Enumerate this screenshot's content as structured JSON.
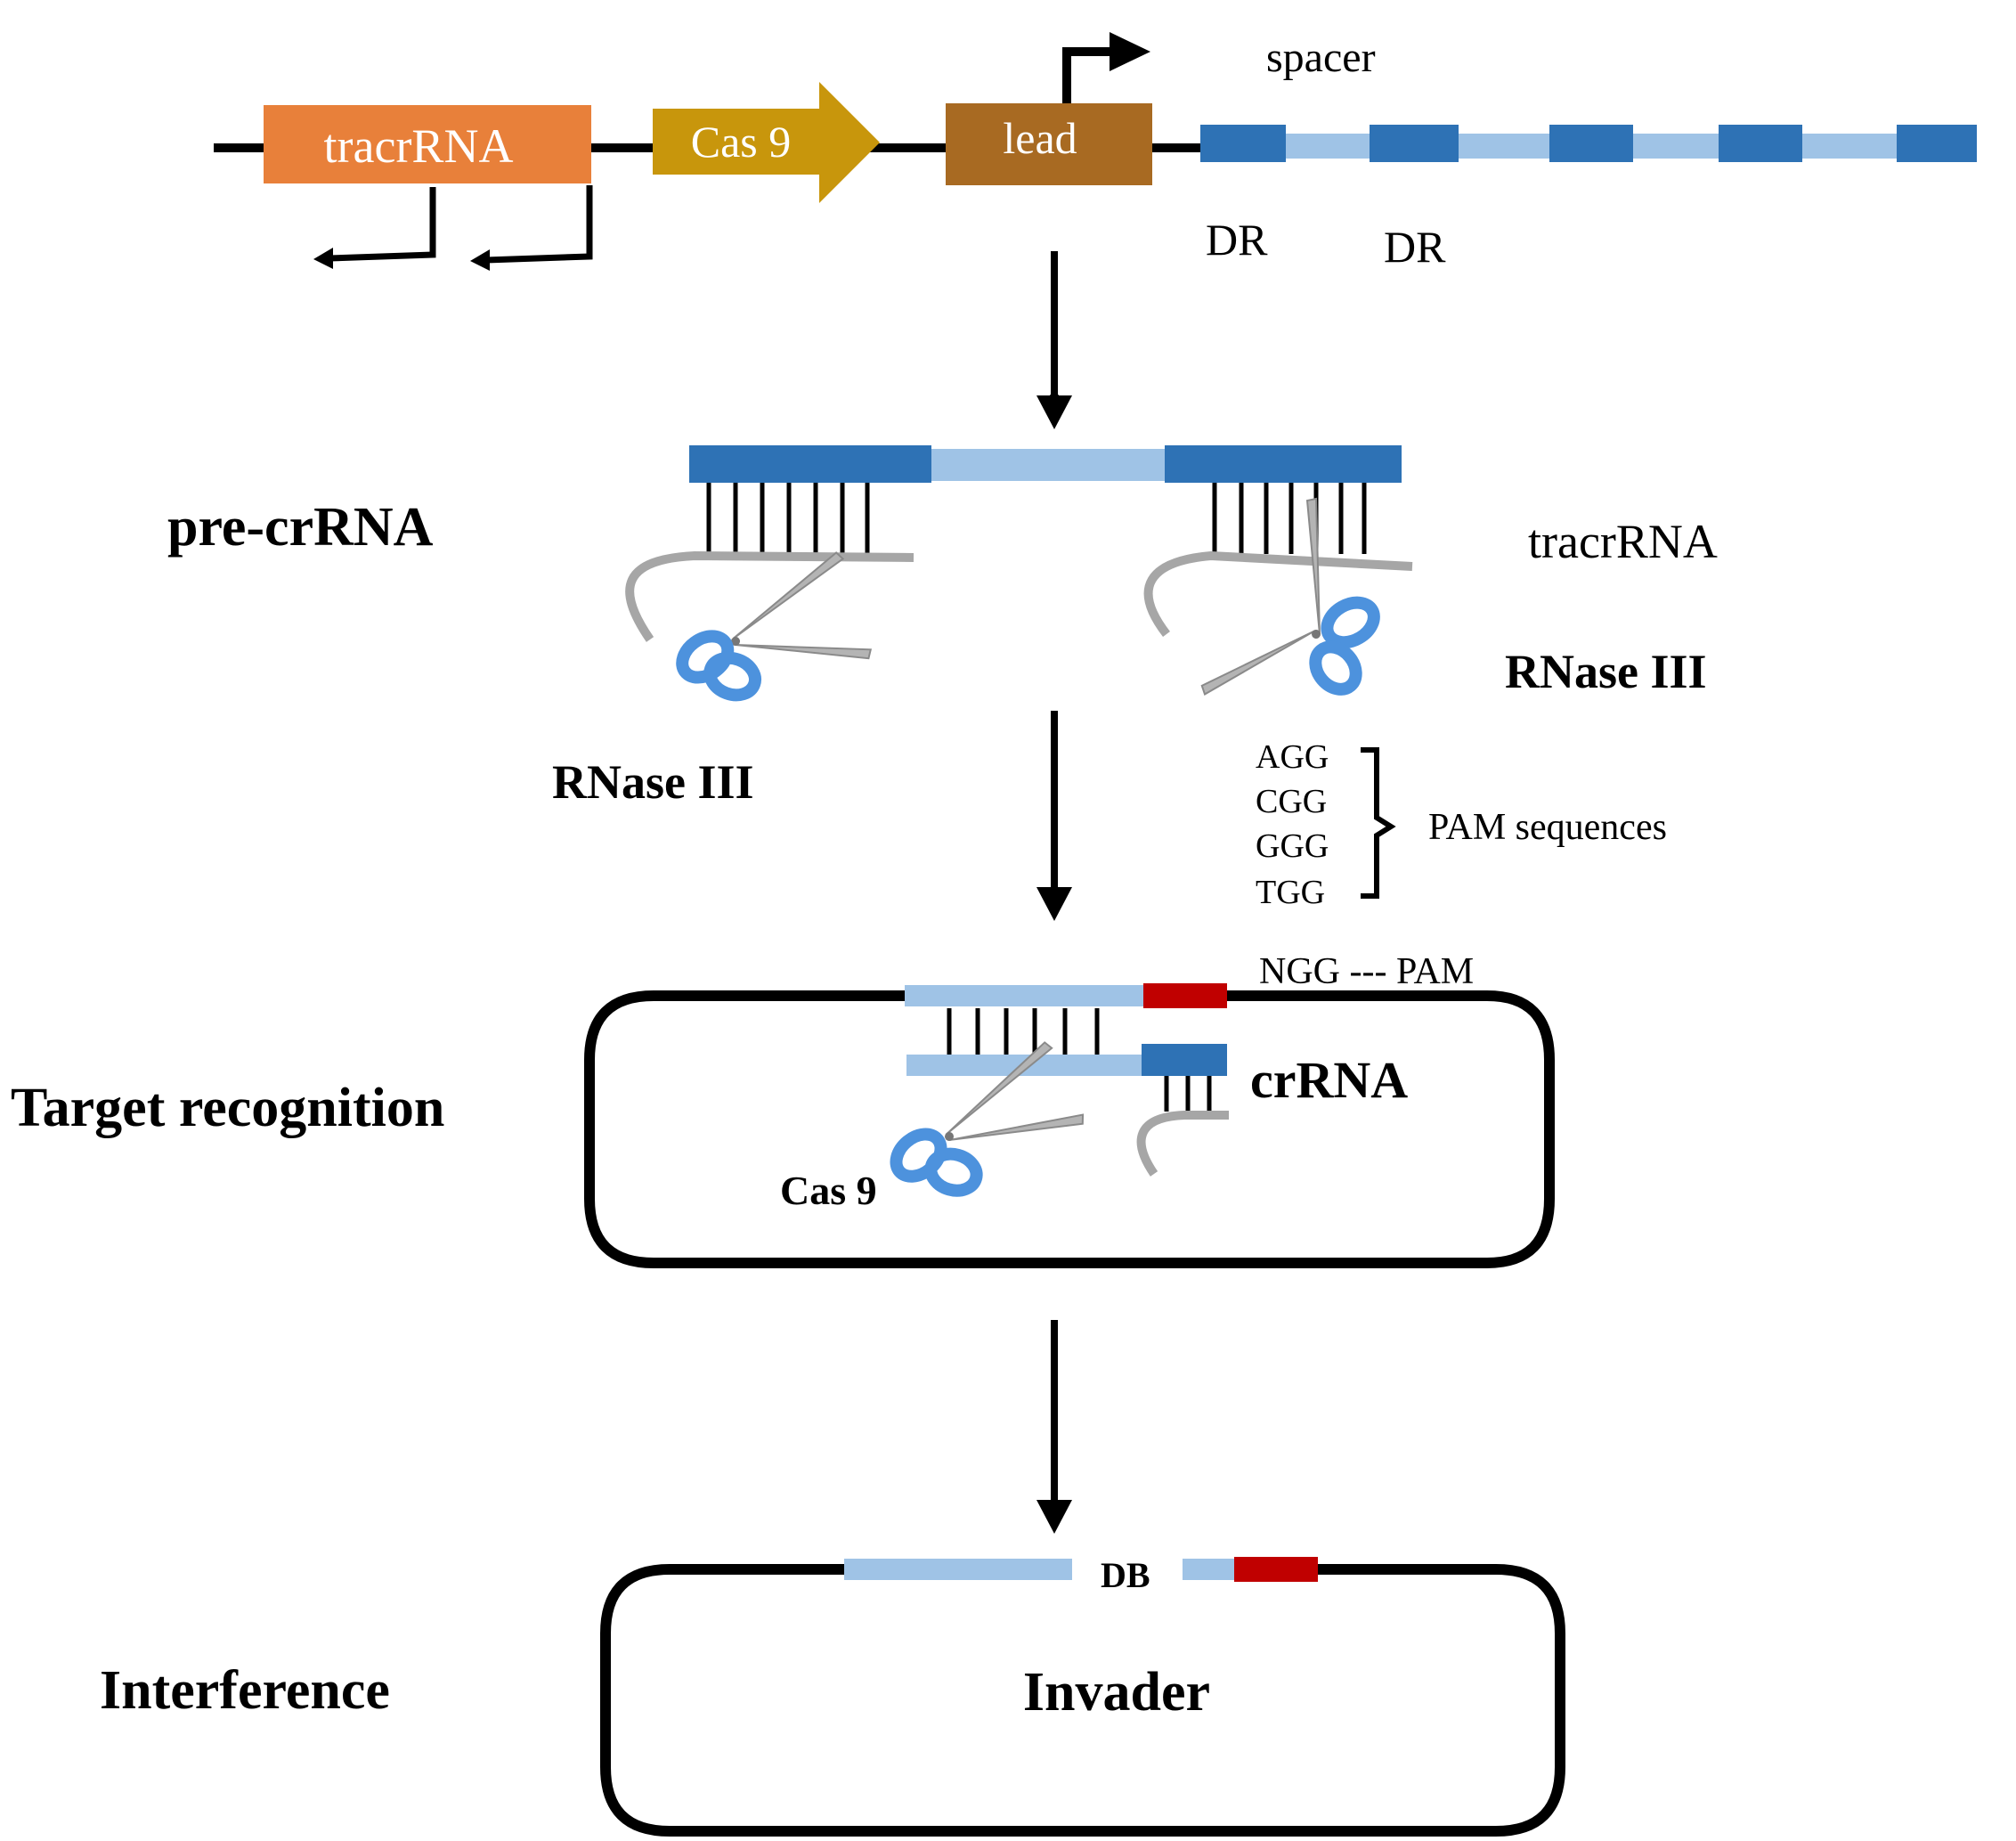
{
  "colors": {
    "tracr": "#e8803a",
    "cas9": "#c8960c",
    "lead": "#a86a22",
    "dr": "#2e72b5",
    "spacer": "#9fc3e6",
    "pam": "#c00000",
    "rna": "#a6a6a6",
    "scissor_handle": "#4d92dd",
    "scissor_blade": "#b4b4b4",
    "line": "#000000"
  },
  "locus": {
    "tracrRNA_label": "tracrRNA",
    "cas9_label": "Cas 9",
    "lead_label": "lead",
    "spacer_label": "spacer",
    "dr_label_1": "DR",
    "dr_label_2": "DR"
  },
  "precrrna": {
    "stage_label": "pre-crRNA",
    "tracrRNA_label": "tracrRNA",
    "rnase_right_label": "RNase  III",
    "rnase_left_label": "RNase  III"
  },
  "pam": {
    "sequences": [
      "AGG",
      "CGG",
      "GGG",
      "TGG"
    ],
    "group_label": "PAM sequences",
    "ngg_label": "NGG --- PAM"
  },
  "target": {
    "stage_label": "Target recognition",
    "crRNA_label": "crRNA",
    "cas9_label": "Cas 9"
  },
  "interference": {
    "stage_label": "Interference",
    "db_label": "DB",
    "invader_label": "Invader"
  }
}
